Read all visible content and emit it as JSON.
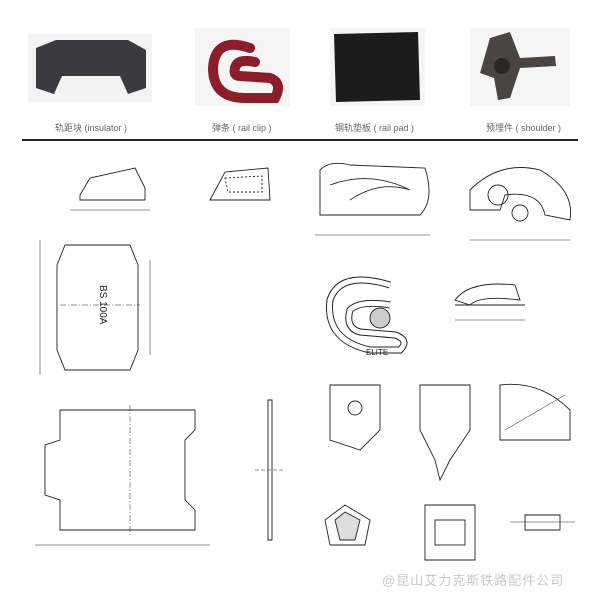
{
  "products": [
    {
      "caption": "轨距块 (insulator )"
    },
    {
      "caption": "弹条 ( rail clip )"
    },
    {
      "caption": "钢轨垫板 ( rail pad )"
    },
    {
      "caption": "预埋件 ( shoulder )"
    }
  ],
  "drawings": {
    "insulator_marking": "BS 100A",
    "clip_marking": "ELITE"
  },
  "watermark": "@昆山艾力克斯铁路配件公司",
  "colors": {
    "clip": "#8b1e2a",
    "insulator": "#3a3a40",
    "pad": "#1c1c1c",
    "shoulder": "#4a4443",
    "line": "#222222"
  }
}
